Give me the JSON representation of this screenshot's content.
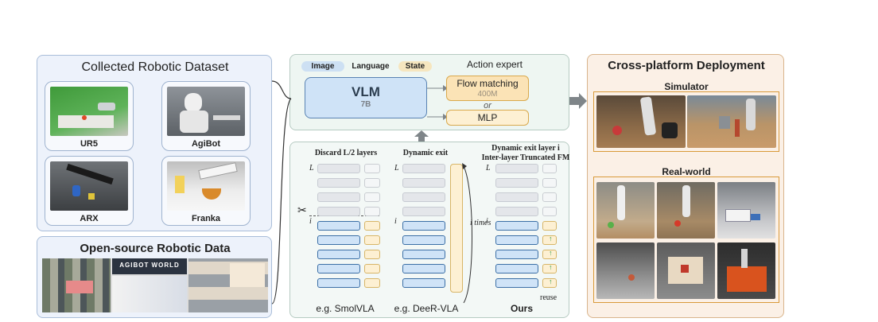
{
  "left": {
    "dataset_title": "Collected Robotic Dataset",
    "robots": [
      {
        "label": "UR5"
      },
      {
        "label": "AgiBot"
      },
      {
        "label": "ARX"
      },
      {
        "label": "Franka"
      }
    ],
    "open_source_title": "Open-source Robotic Data",
    "open_source_banner": "AGIBOT WORLD"
  },
  "middle": {
    "tags": {
      "image": "Image",
      "language": "Language",
      "state": "State"
    },
    "action_expert": "Action expert",
    "vlm": {
      "name": "VLM",
      "size": "7B"
    },
    "flow": {
      "name": "Flow matching",
      "size": "400M"
    },
    "or": "or",
    "mlp": "MLP",
    "col1": {
      "title": "Discard L/2 layers",
      "caption": "e.g. SmolVLA"
    },
    "col2": {
      "title": "Dynamic exit",
      "caption": "e.g. DeeR-VLA",
      "times": "i times"
    },
    "col3": {
      "title_line1": "Dynamic exit layer i",
      "title_line2": "Inter-layer Truncated FM",
      "caption": "Ours",
      "reuse": "reuse"
    },
    "layer_L": "L",
    "layer_i": "i"
  },
  "right": {
    "title": "Cross-platform Deployment",
    "simulator": "Simulator",
    "realworld": "Real-world"
  },
  "colors": {
    "left_bg": "#edf2fb",
    "mid_top_bg": "#eef6f2",
    "mid_bot_bg": "#f3f8f6",
    "right_bg": "#fbf0e6",
    "orange": "#d99a3a",
    "arrow": "#7f8589"
  }
}
